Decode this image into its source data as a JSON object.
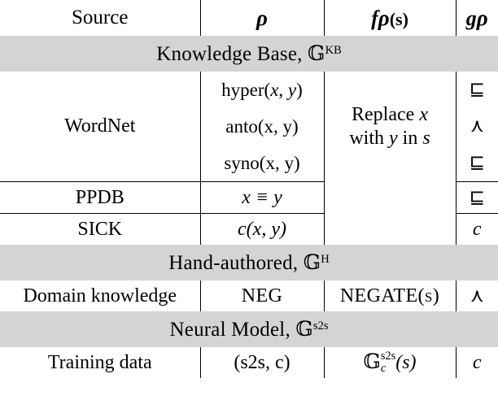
{
  "table": {
    "headers": [
      {
        "label": "Source",
        "name": "col-header-source"
      },
      {
        "label": "ρ",
        "name": "col-header-rho"
      },
      {
        "label_f": "f",
        "label_rho": "ρ",
        "label_arg": "(s)",
        "name": "col-header-frho"
      },
      {
        "label_g": "g",
        "label_rho": "ρ",
        "name": "col-header-grho"
      }
    ],
    "sections": [
      {
        "banner": {
          "text": "Knowledge Base, ",
          "symbol": "𝔾",
          "superscript": "KB"
        },
        "rows": [
          {
            "source": "WordNet",
            "rho_lines": [
              {
                "pre": "hyper(",
                "x": "x",
                "mid": ", ",
                "y": "y",
                "post": ")",
                "italic_args": true
              },
              {
                "pre": "anto(x, y)",
                "italic_args": false
              },
              {
                "pre": "syno(x, y)",
                "italic_args": false
              }
            ],
            "frho": {
              "line1_pre": "Replace ",
              "line1_var": "x",
              "line2_pre": "with ",
              "line2_var": "y",
              "line2_mid": " in ",
              "line2_var2": "s"
            },
            "grho": [
              "⊑",
              "⋏",
              "⊑"
            ]
          },
          {
            "source": "PPDB",
            "rho": "x ≡ y",
            "grho": "⊑"
          },
          {
            "source": "SICK",
            "rho": "c(x, y)",
            "grho": "c"
          }
        ]
      },
      {
        "banner": {
          "text": "Hand-authored, ",
          "symbol": "𝔾",
          "superscript": "H"
        },
        "rows": [
          {
            "source": "Domain knowledge",
            "rho": "NEG",
            "frho": "NEGATE(s)",
            "grho": "⋏"
          }
        ]
      },
      {
        "banner": {
          "text": "Neural Model, ",
          "symbol": "𝔾",
          "superscript": "s2s"
        },
        "rows": [
          {
            "source": "Training data",
            "rho": "(s2s, c)",
            "frho_sym": "𝔾",
            "frho_sup": "s2s",
            "frho_sub": "c",
            "frho_arg": "(s)",
            "grho": "c"
          }
        ]
      }
    ]
  },
  "colors": {
    "banner_bg": "#d4d4d4",
    "rule": "#000000",
    "text": "#000000",
    "page_bg": "#ffffff"
  }
}
